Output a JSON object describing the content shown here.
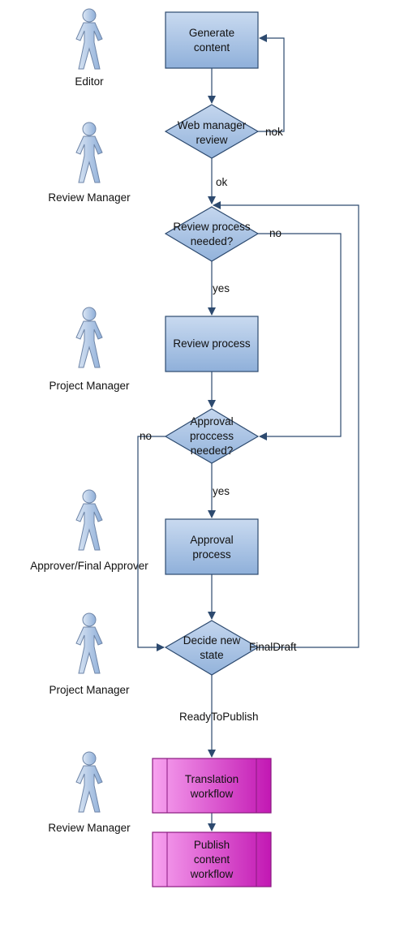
{
  "actors": [
    {
      "label": "Editor"
    },
    {
      "label": "Review Manager"
    },
    {
      "label": "Project Manager"
    },
    {
      "label": "Approver/Final Approver"
    },
    {
      "label": "Project Manager"
    },
    {
      "label": "Review Manager"
    }
  ],
  "nodes": {
    "generate": {
      "line1": "Generate",
      "line2": "content"
    },
    "web_review": {
      "line1": "Web manager",
      "line2": "review"
    },
    "review_needed": {
      "line1": "Review process",
      "line2": "needed?"
    },
    "review_process": {
      "line1": "Review process"
    },
    "approval_needed": {
      "line1": "Approval",
      "line2": "proccess",
      "line3": "needed?"
    },
    "approval_process": {
      "line1": "Approval",
      "line2": "process"
    },
    "decide": {
      "line1": "Decide new",
      "line2": "state"
    },
    "translation": {
      "line1": "Translation",
      "line2": "workflow"
    },
    "publish": {
      "line1": "Publish",
      "line2": "content",
      "line3": "workflow"
    }
  },
  "edge_labels": {
    "nok": "nok",
    "ok": "ok",
    "review_no": "no",
    "review_yes": "yes",
    "approval_no": "no",
    "approval_yes": "yes",
    "final_draft": "FinalDraft",
    "ready_to_publish": "ReadyToPublish"
  },
  "colors": {
    "task_fill": "#a9c4e6",
    "task_stroke": "#2d4a6f",
    "workflow_fill": "#e65fd6",
    "workflow_stroke": "#8a1a80",
    "actor_fill": "#a9c4e6",
    "arrow": "#2d4a6f"
  }
}
